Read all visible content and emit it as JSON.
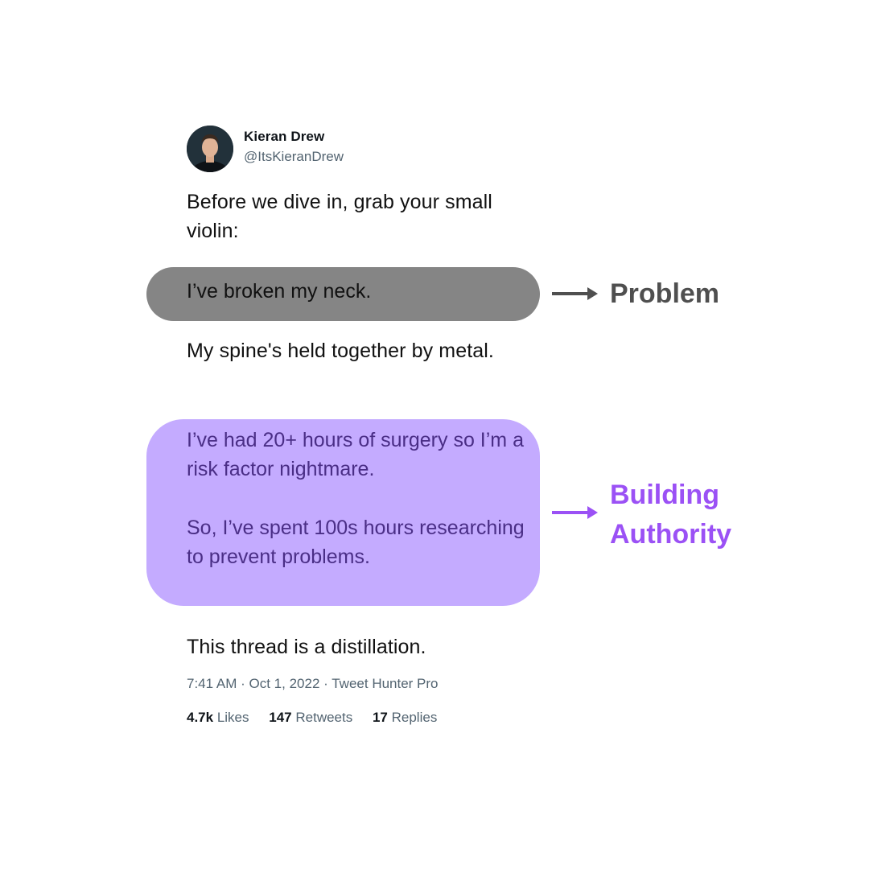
{
  "author": {
    "name": "Kieran Drew",
    "handle": "@ItsKieranDrew"
  },
  "tweet": {
    "para1": "Before we dive in, grab your small violin:",
    "problem_line": "I’ve broken my neck.",
    "para3": "My spine's held together by metal.",
    "authority_para1": "I’ve had 20+ hours of surgery so I’m a risk factor nightmare.",
    "authority_para2": "So, I’ve spent 100s hours researching to prevent problems.",
    "para5": "This thread is a distillation."
  },
  "annotations": {
    "problem_label": "Problem",
    "authority_label_line1": "Building",
    "authority_label_line2": "Authority"
  },
  "meta": {
    "time": "7:41 AM",
    "date": "Oct 1, 2022",
    "source": "Tweet Hunter Pro",
    "separator": "·"
  },
  "stats": {
    "likes_count": "4.7k",
    "likes_label": "Likes",
    "retweets_count": "147",
    "retweets_label": "Retweets",
    "replies_count": "17",
    "replies_label": "Replies"
  },
  "colors": {
    "problem_highlight": "#858585",
    "authority_highlight": "#c4abff",
    "authority_text": "#4a2e86",
    "problem_label": "#4f4f4f",
    "authority_label": "#9b51f5",
    "secondary_text": "#536471"
  },
  "icons": {
    "problem_arrow": "arrow-right-icon",
    "authority_arrow": "arrow-right-icon"
  }
}
